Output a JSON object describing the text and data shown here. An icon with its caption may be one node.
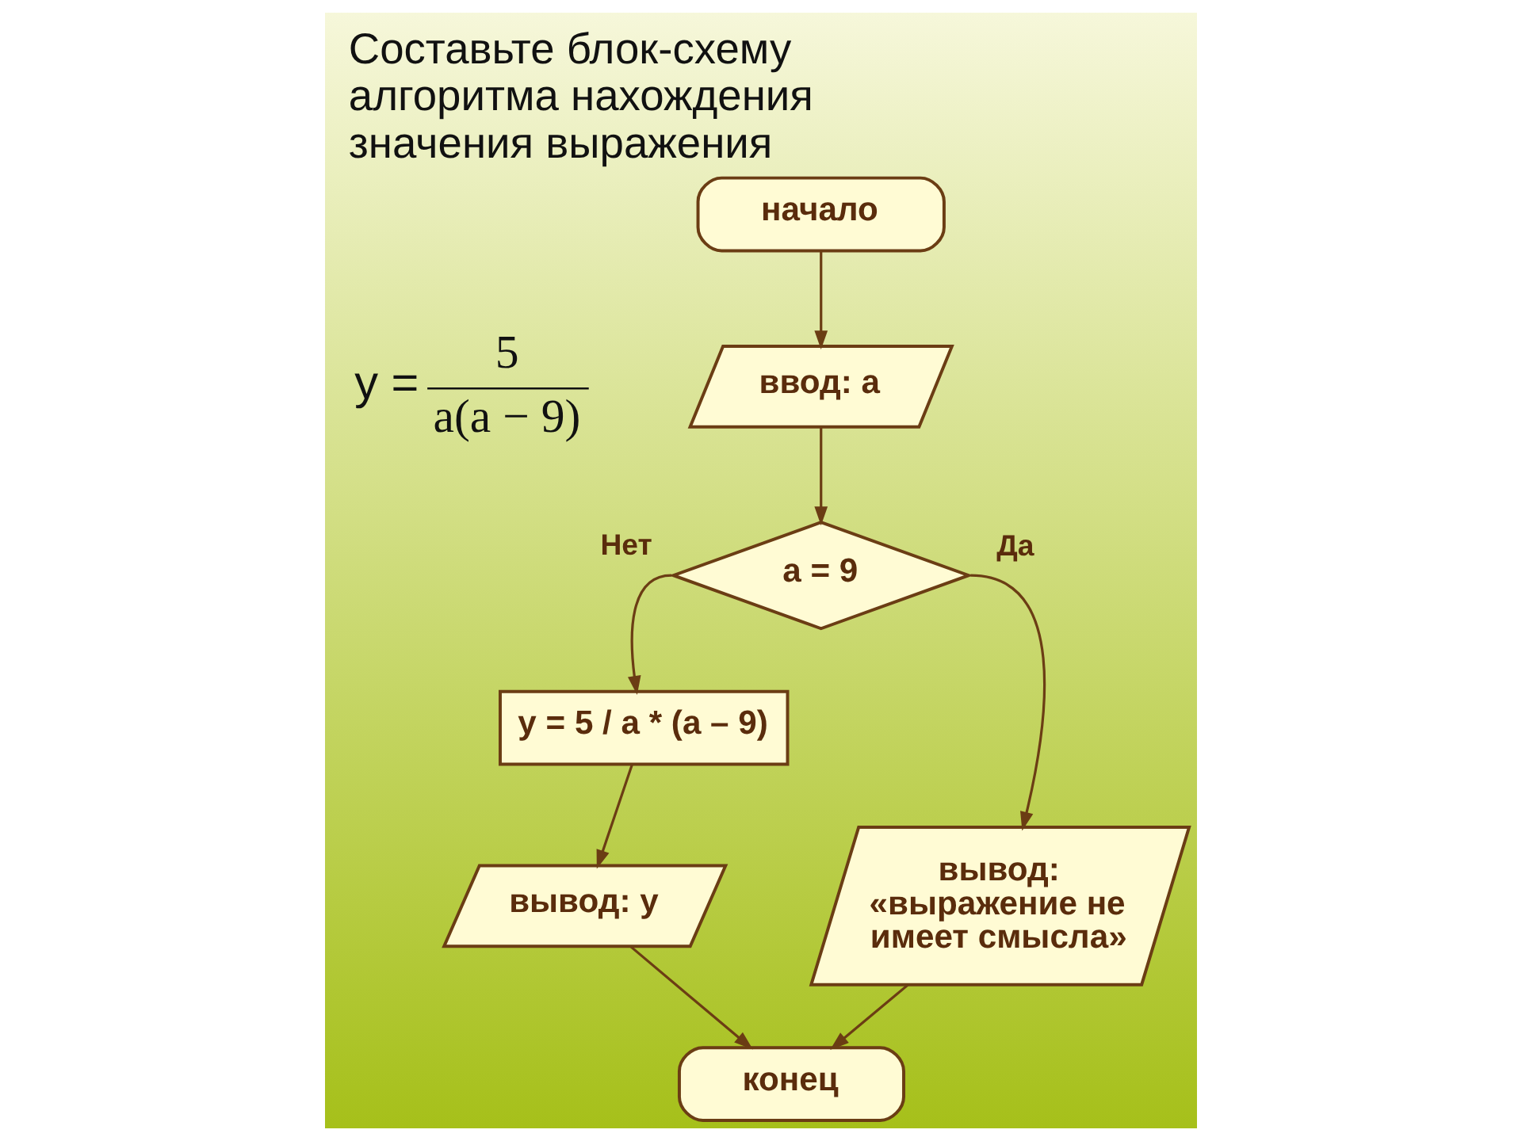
{
  "diagram": {
    "title": "Составьте блок-схему алгоритма нахождения значения выражения",
    "nodes": [
      {
        "text": [
          "начало"
        ]
      },
      {
        "text": [
          "ввод: a"
        ]
      },
      {
        "text": [
          "a = 9"
        ]
      },
      {
        "text": [
          "y = 5 / a * (a – 9)"
        ]
      },
      {
        "text": [
          "вывод: y"
        ]
      },
      {
        "text": [
          "вывод:",
          "«выражение не имеет смысла»"
        ]
      },
      {
        "text": [
          "конец"
        ]
      }
    ],
    "edges": [
      {
        "from": 0,
        "to": 1,
        "arrow": "to"
      },
      {
        "from": 1,
        "to": 2,
        "arrow": "to"
      },
      {
        "from": 2,
        "to": 3,
        "arrow": "to",
        "label": "Нет"
      },
      {
        "from": 2,
        "to": 5,
        "arrow": "to",
        "label": "Да"
      },
      {
        "from": 3,
        "to": 4,
        "arrow": "to"
      },
      {
        "from": 4,
        "to": 6,
        "arrow": "to"
      },
      {
        "from": 5,
        "to": 6,
        "arrow": "to"
      }
    ],
    "labels": [
      "y =",
      "5",
      "a(a − 9)"
    ]
  }
}
